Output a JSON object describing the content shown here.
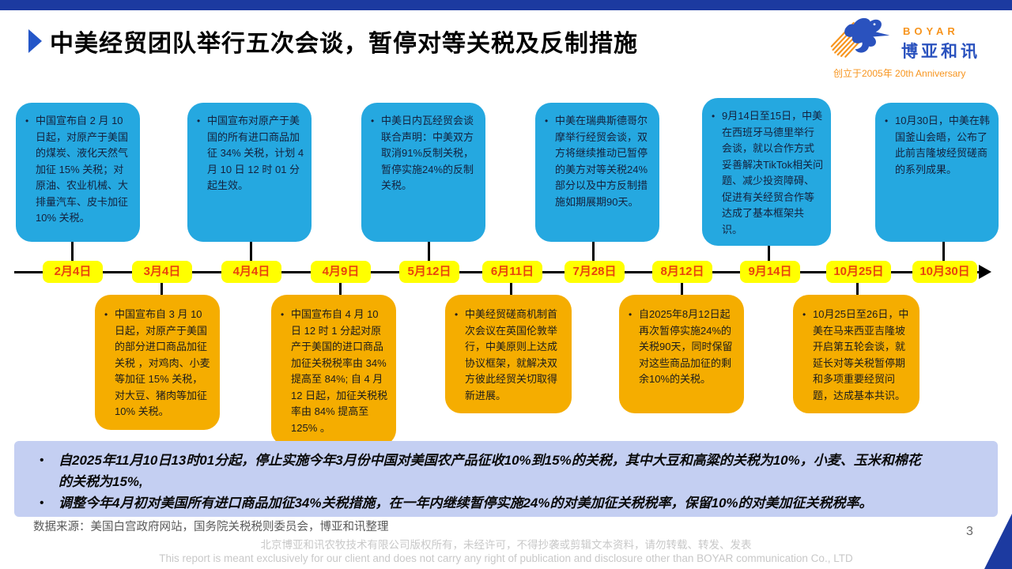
{
  "slide": {
    "title": "中美经贸团队举行五次会谈，暂停对等关税及反制措施",
    "page_number": "3"
  },
  "logo": {
    "name": "BOYAR",
    "cn_name": "博亚和讯",
    "tagline": "创立于2005年 20th Anniversary",
    "icon": "boyar-bird-swoosh"
  },
  "colors": {
    "top_bar": "#1C3AA0",
    "accent_blue": "#2456C8",
    "brand_orange": "#F7941D",
    "brand_blue": "#2A52BE",
    "blue_box": "#25A8E0",
    "yellow_box": "#F5AD00",
    "date_pill_bg": "#FFFF00",
    "date_pill_text": "#E8430D",
    "summary_bg": "#C4CFF2"
  },
  "timeline": {
    "dates": [
      "2月4日",
      "3月4日",
      "4月4日",
      "4月9日",
      "5月12日",
      "6月11日",
      "7月28日",
      "8月12日",
      "9月14日",
      "10月25日",
      "10月30日"
    ],
    "top_events": [
      {
        "text": "中国宣布自 2 月 10 日起，对原产于美国的煤炭、液化天然气加征 15% 关税；对原油、农业机械、大排量汽车、皮卡加征 10% 关税。"
      },
      {
        "text": "中国宣布对原产于美国的所有进口商品加征 34% 关税，计划 4 月 10 日 12 时 01 分起生效。"
      },
      {
        "text": "中美日内瓦经贸会谈联合声明：中美双方取消91%反制关税，暂停实施24%的反制关税。"
      },
      {
        "text": "中美在瑞典斯德哥尔摩举行经贸会谈，双方将继续推动已暂停的美方对等关税24%部分以及中方反制措施如期展期90天。"
      },
      {
        "text": "9月14日至15日，中美在西班牙马德里举行会谈，就以合作方式妥善解决TikTok相关问题、减少投资障碍、促进有关经贸合作等达成了基本框架共识。"
      },
      {
        "text": "10月30日，中美在韩国釜山会晤，公布了此前吉隆坡经贸磋商的系列成果。"
      }
    ],
    "bottom_events": [
      {
        "text": "中国宣布自 3 月 10 日起，对原产于美国的部分进口商品加征关税 ，对鸡肉、小麦等加征 15% 关税，对大豆、猪肉等加征 10% 关税。"
      },
      {
        "text": "中国宣布自 4 月 10 日 12 时 1 分起对原产于美国的进口商品加征关税税率由 34% 提高至 84%; 自 4 月 12 日起，加征关税税率由 84% 提高至 125% 。"
      },
      {
        "text": "中美经贸磋商机制首次会议在英国伦敦举行，中美原则上达成协议框架，就解决双方彼此经贸关切取得新进展。"
      },
      {
        "text": "自2025年8月12日起再次暂停实施24%的关税90天，同时保留对这些商品加征的剩余10%的关税。"
      },
      {
        "text": "10月25日至26日，中美在马来西亚吉隆坡开启第五轮会谈，就延长对等关税暂停期和多项重要经贸问题，达成基本共识。"
      }
    ]
  },
  "summary": {
    "bullets": [
      "自2025年11月10日13时01分起，停止实施今年3月份中国对美国农产品征收10%到15%的关税，其中大豆和高粱的关税为10%，小麦、玉米和棉花的关税为15%,",
      "调整今年4月初对美国所有进口商品加征34%关税措施，在一年内继续暂停实施24%的对美加征关税税率，保留10%的对美加征关税税率。"
    ]
  },
  "footer": {
    "source": "数据来源：美国白宫政府网站，国务院关税税则委员会，博亚和讯整理",
    "copyright_cn": "北京博亚和讯农牧技术有限公司版权所有，未经许可，不得抄袭或剪辑文本资料，请勿转载、转发、发表",
    "copyright_en": "This report is meant exclusively for our client and does not carry any right of publication and disclosure other than BOYAR communication Co., LTD"
  }
}
